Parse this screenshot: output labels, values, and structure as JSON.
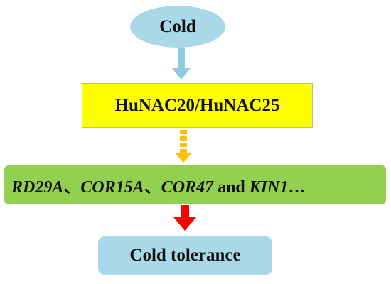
{
  "nodes": {
    "stimulus": "Cold",
    "regulators": "HuNAC20/HuNAC25",
    "targets": {
      "gene_1": "RD29A",
      "sep_1": "、",
      "gene_2": "COR15A",
      "sep_2": "、",
      "gene_3": "COR47",
      "conjunction": " and ",
      "gene_4": "KIN1",
      "ellipsis": "…"
    },
    "outcome": "Cold tolerance"
  },
  "colors": {
    "stimulus_fill": "#a9d9e9",
    "regulator_fill": "#ffff00",
    "target_fill": "#92d050",
    "outcome_fill": "#a9d9e9",
    "arrow_1": "#8fcbe0",
    "arrow_2_dashed": "#ffc000",
    "arrow_3": "#ff0000"
  },
  "edges": [
    {
      "from": "stimulus",
      "to": "regulators",
      "style": "solid-light-blue-arrow"
    },
    {
      "from": "regulators",
      "to": "targets",
      "style": "dashed-orange-arrow"
    },
    {
      "from": "targets",
      "to": "outcome",
      "style": "solid-red-arrow"
    }
  ]
}
